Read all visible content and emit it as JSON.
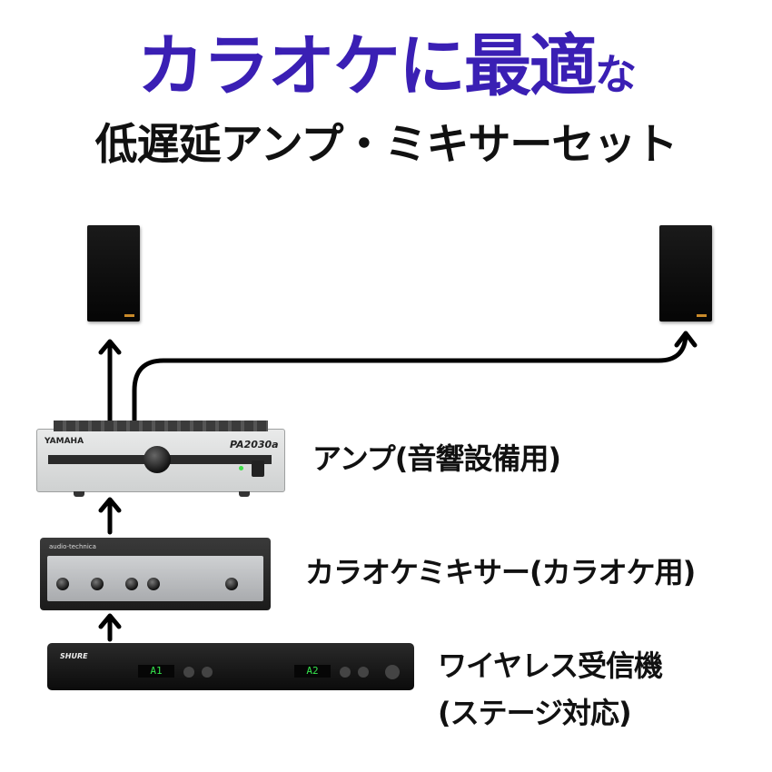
{
  "title": {
    "main": "カラオケに最適",
    "main_suffix": "な",
    "sub": "低遅延アンプ・ミキサーセット"
  },
  "devices": {
    "amp": {
      "label": "アンプ(音響設備用)",
      "brand": "YAMAHA",
      "model": "PA2030a"
    },
    "mixer": {
      "label": "カラオケミキサー(カラオケ用)",
      "brand": "audio-technica"
    },
    "receiver": {
      "label_line1": "ワイヤレス受信機",
      "label_line2": "(ステージ対応)",
      "brand": "SHURE",
      "display_a": "A1",
      "display_b": "A2"
    }
  },
  "colors": {
    "title_purple": "#3a1fb4",
    "text": "#111111",
    "wire": "#000000"
  },
  "icons": {
    "arrow": "arrow-up-icon",
    "speaker": "speaker-icon"
  }
}
